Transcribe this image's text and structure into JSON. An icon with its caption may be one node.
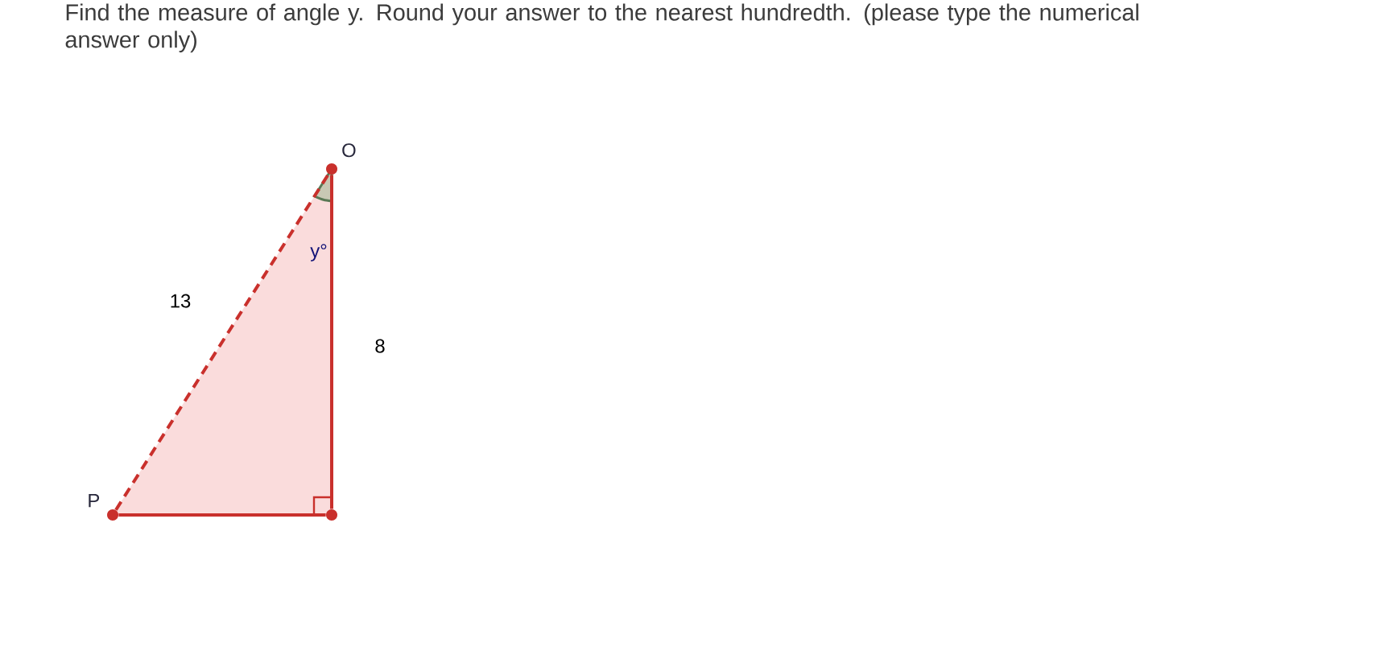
{
  "diagram": {
    "title": "Find the measure of angle y. Round your answer to the nearest hundredth. (please type the numerical answer only)",
    "nodes": [
      {
        "text": [
          "O"
        ]
      },
      {
        "text": [],
        "shape": "circle"
      },
      {
        "text": [
          "P"
        ]
      }
    ],
    "edges": [
      {
        "from": 2,
        "to": 0,
        "arrow": "none",
        "label": "13",
        "style": "dashed"
      },
      {
        "from": 0,
        "to": 1,
        "arrow": "none",
        "label": "8"
      },
      {
        "from": 1,
        "to": 2,
        "arrow": "none"
      }
    ],
    "labels": [
      "y°"
    ]
  }
}
